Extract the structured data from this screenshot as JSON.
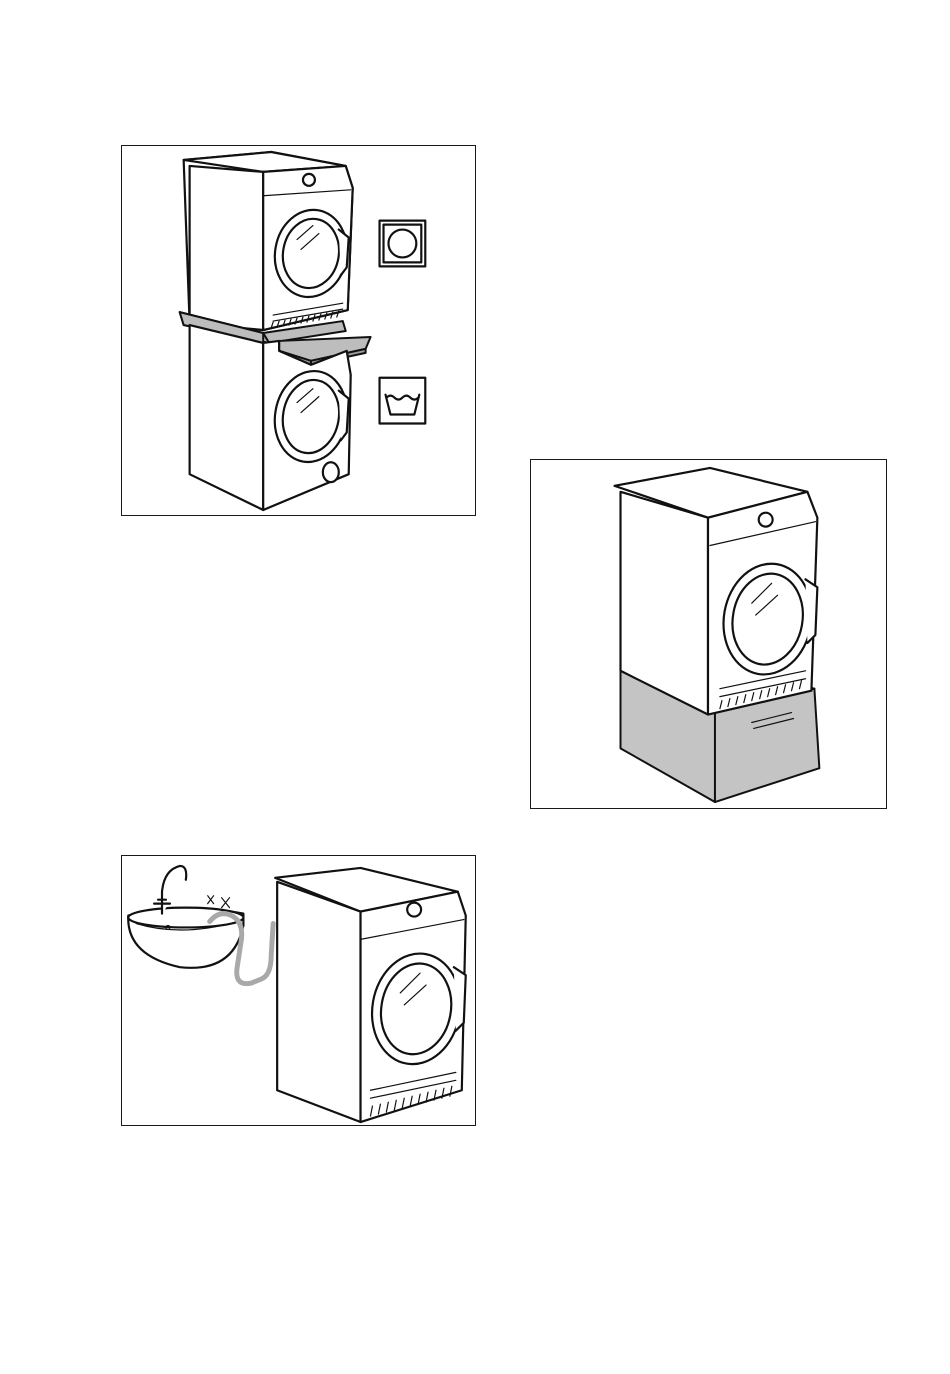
{
  "page": {
    "background": "#ffffff"
  },
  "colors": {
    "line": "#111111",
    "shelf_fill": "#bdbdbd",
    "pedestal_fill": "#c4c4c4",
    "hose_fill": "#a9a9a9"
  },
  "figures": [
    {
      "id": "stacking-kit",
      "icons": [
        "tumble-dryer-symbol-icon",
        "washing-machine-symbol-icon"
      ]
    },
    {
      "id": "pedestal",
      "icons": []
    },
    {
      "id": "sink-drain",
      "icons": []
    }
  ]
}
